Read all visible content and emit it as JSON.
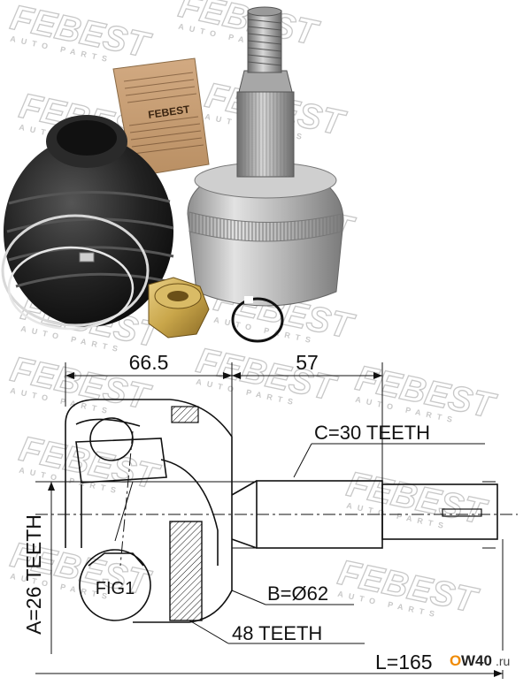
{
  "watermark": {
    "brand": "FEBEST",
    "tagline": "AUTO PARTS"
  },
  "photo": {
    "label_brand": "FEBEST"
  },
  "drawing": {
    "dim_left": "66.5",
    "dim_right": "57",
    "c_teeth": "C=30 TEETH",
    "b_diameter": "B=Ø62",
    "abs_teeth": "48 TEETH",
    "a_teeth": "A=26 TEETH",
    "length": "L=165",
    "fig_label": "FIG1"
  },
  "source_badge": {
    "prefix": "O",
    "brand": "W40",
    "suffix": ".ru"
  },
  "colors": {
    "boot": "#1b1b1b",
    "metal": "#bdbdbd",
    "brass": "#c9a64a",
    "label": "#c6a07a",
    "watermark": "#c8c8c8",
    "line": "#111111",
    "badge_orange": "#f08a00"
  }
}
